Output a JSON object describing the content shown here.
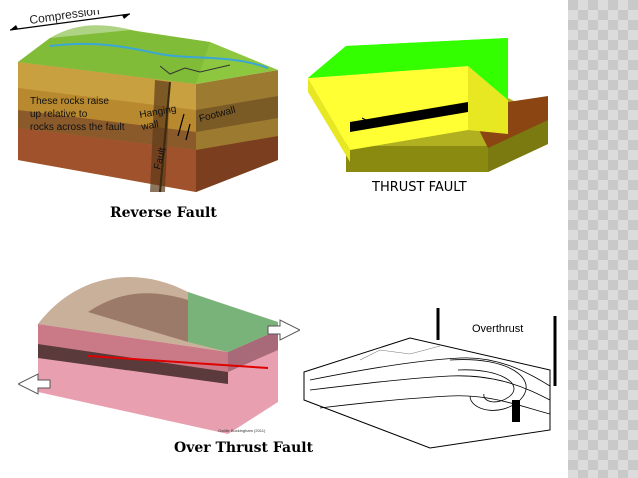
{
  "reverse": {
    "caption": "Reverse Fault",
    "compression": "Compression",
    "rocks_text": [
      "These rocks raise",
      "up relative to",
      "rocks across the fault"
    ],
    "hanging_wall": [
      "Hanging",
      "wall"
    ],
    "footwall": "Footwall",
    "fault": "Fault"
  },
  "thrust": {
    "caption": "THRUST FAULT"
  },
  "over": {
    "caption": "Over Thrust Fault",
    "credit": "Gwillie Buckingham (2011)"
  },
  "overthrust": {
    "label": "Overthrust"
  },
  "colors": {
    "ground_green": "#8dc63f",
    "yellow": "#ffff33",
    "bright_green": "#33ff00",
    "pink": "#e8a0b0"
  }
}
